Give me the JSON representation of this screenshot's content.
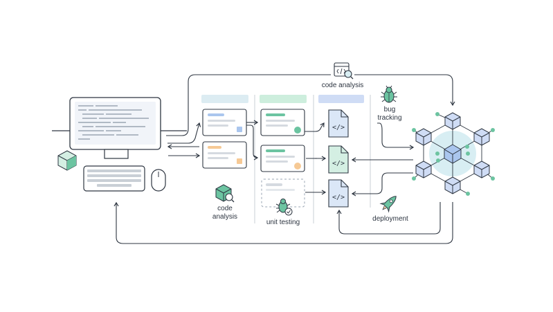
{
  "labels": {
    "code_analysis_top": "code analysis",
    "bug_tracking_line1": "bug",
    "bug_tracking_line2": "tracking",
    "code_analysis_left_line1": "code",
    "code_analysis_left_line2": "analysis",
    "unit_testing": "unit testing",
    "deployment": "deployment"
  },
  "icons": {
    "top_tool": "code-search-icon",
    "bug": "bug-icon",
    "box_search": "box-search-icon",
    "bug_check": "bug-check-icon",
    "rocket": "rocket-icon",
    "cube": "cube-icon",
    "code_file": "code-file-icon",
    "network": "network-cube-icon"
  },
  "code_files": [
    "</>",
    "</>",
    "</>"
  ],
  "colors": {
    "line": "#2d3540",
    "green": "#6cc4a1",
    "green_light": "#d4efe3",
    "blue_light": "#dbe7f7",
    "blue": "#aac6ee",
    "orange": "#f6c995",
    "cyan_light": "#d8eef3",
    "screen": "#f1f4f9"
  }
}
